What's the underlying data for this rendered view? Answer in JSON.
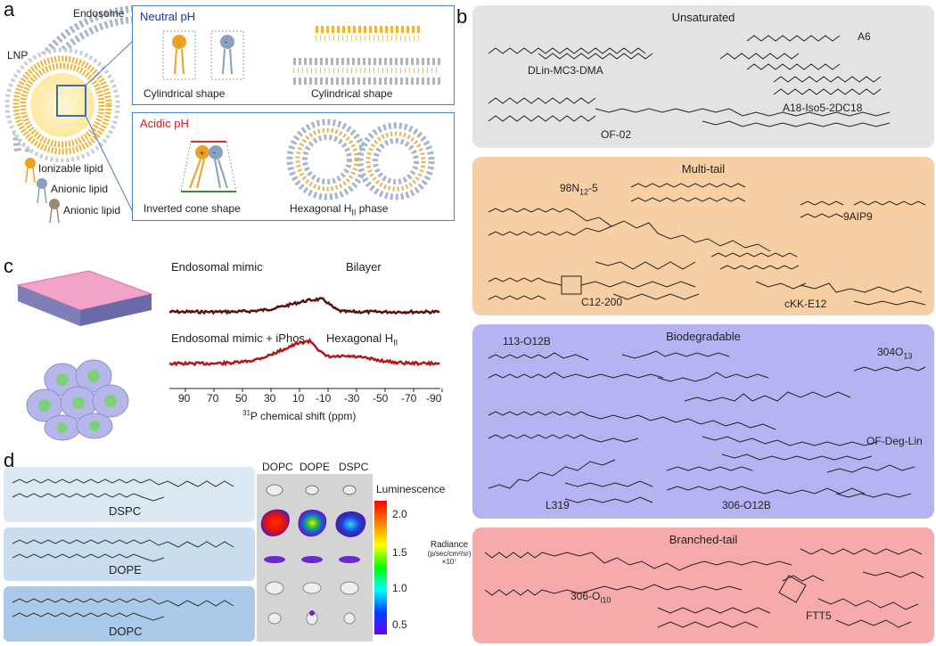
{
  "panel_labels": {
    "a": "a",
    "b": "b",
    "c": "c",
    "d": "d"
  },
  "panel_a": {
    "endosome": "Endosome",
    "lnp": "LNP",
    "legend": [
      "Ionizable lipid",
      "Anionic lipid",
      "Anionic lipid"
    ],
    "neutral_title": "Neutral pH",
    "neutral_labels": [
      "Cylindrical shape",
      "Cylindrical shape"
    ],
    "acidic_title": "Acidic pH",
    "acidic_labels": [
      "Inverted cone shape",
      "Hexagonal H",
      "II",
      " phase"
    ],
    "colors": {
      "neutral_title": "#2233aa",
      "acidic_title": "#cc2222",
      "ionizable": "#f0a020",
      "anionic": "#8aa0c0",
      "anionic2": "#9a8a78"
    }
  },
  "panel_b": {
    "sections": [
      {
        "title": "Unsaturated",
        "color": "#e3e3e3",
        "labels": [
          "DLin-MC3-DMA",
          "A6",
          "A18-Iso5-2DC18",
          "OF-02"
        ]
      },
      {
        "title": "Multi-tail",
        "color": "#f7cfa4",
        "labels": [
          "98N",
          "12",
          "-5",
          "9AIP9",
          "C12-200",
          "cKK-E12"
        ]
      },
      {
        "title": "Biodegradable",
        "color": "#b6b3f2",
        "labels": [
          "113-O12B",
          "304O",
          "13",
          "OF-Deg-Lin",
          "L319",
          "306-O12B"
        ]
      },
      {
        "title": "Branched-tail",
        "color": "#f6aaaa",
        "labels": [
          "306-O",
          "i10",
          "FTT5"
        ]
      }
    ]
  },
  "panel_c": {
    "trace1_left": "Endosomal mimic",
    "trace1_right": "Bilayer",
    "trace2_left": "Endosomal mimic + iPhos",
    "trace2_right": "Hexagonal H",
    "trace2_sub": "II",
    "ticks": [
      "90",
      "70",
      "50",
      "30",
      "10",
      "-10",
      "-30",
      "-50",
      "-70",
      "-90"
    ],
    "xlabel_sup": "31",
    "xlabel": "P chemical shift (ppm)"
  },
  "panel_d": {
    "lipids": [
      "DSPC",
      "DOPE",
      "DOPC"
    ],
    "image_cols": [
      "DOPC",
      "DOPE",
      "DSPC"
    ],
    "colorbar_title": "Luminescence",
    "colorbar_ticks": [
      "2.0",
      "1.5",
      "1.0",
      "0.5"
    ],
    "radiance_label": [
      "Radiance",
      "(p/sec/cm²/sr)",
      "×10⁷"
    ]
  }
}
